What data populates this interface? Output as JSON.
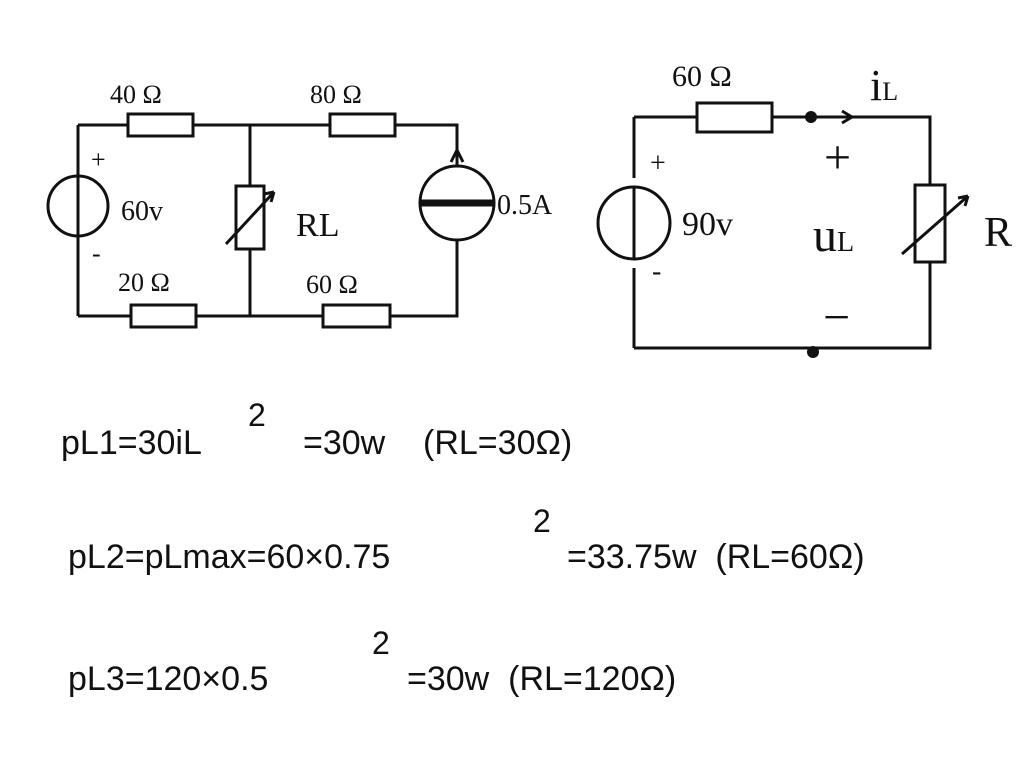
{
  "circuit1": {
    "r_top_left": "40 Ω",
    "r_top_right": "80 Ω",
    "r_bottom_left": "20 Ω",
    "r_bottom_right": "60 Ω",
    "source_voltage": "60v",
    "source_plus": "+",
    "source_minus": "-",
    "current_source": "0.5A",
    "load_main": "R",
    "load_sub": "L"
  },
  "circuit2": {
    "r_series": "60 Ω",
    "source_voltage": "90v",
    "source_plus": "+",
    "source_minus": "-",
    "current_main": "i",
    "current_sub": "L",
    "voltage_main": "u",
    "voltage_sub": "L",
    "plus_sign": "+",
    "minus_sign": "−",
    "load_label": "R"
  },
  "equations": {
    "eq1": "pL1=30iL",
    "eq1_sup": "2",
    "eq1_rest": "=30w    (RL=30Ω)",
    "eq2": "pL2=pLmax=60×0.75",
    "eq2_sup": "2",
    "eq2_rest": "=33.75w  (RL=60Ω)",
    "eq3": "pL3=120×0.5",
    "eq3_sup": "2",
    "eq3_rest": "=30w  (RL=120Ω)"
  }
}
